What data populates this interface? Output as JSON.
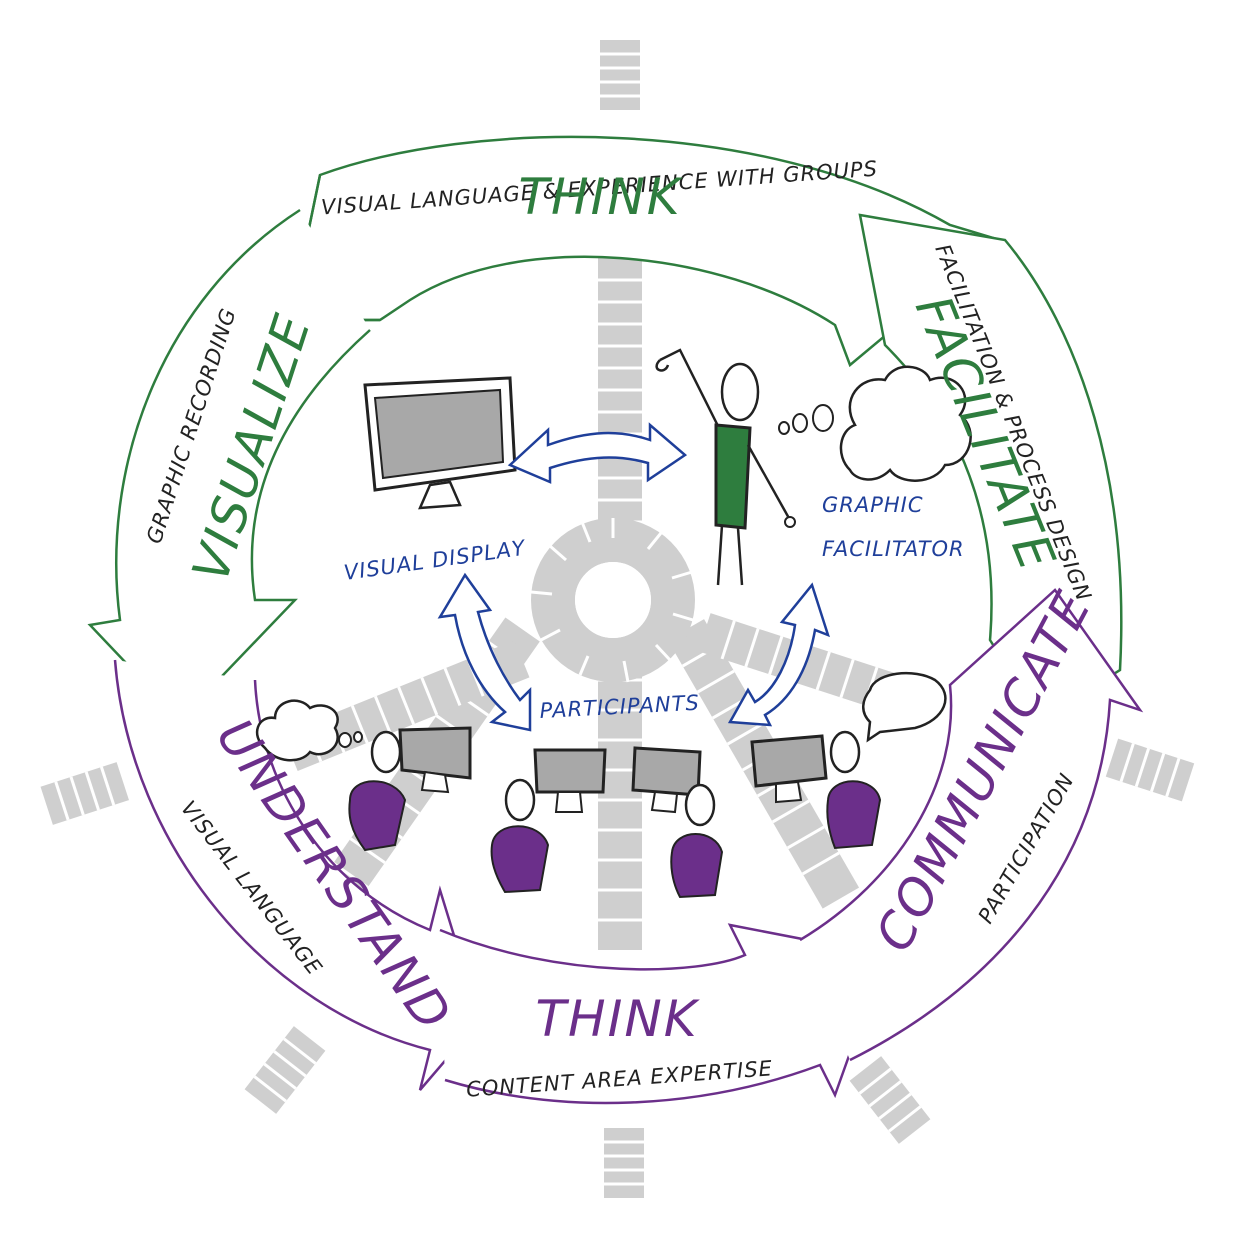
{
  "colors": {
    "green": "#2e7d3e",
    "purple": "#6b2f8a",
    "blue": "#1f3f9a",
    "spoke_gray": "#cfcfcf",
    "screen_gray": "#a8a8a8",
    "ink": "#222222"
  },
  "top_arrow": {
    "title": "THINK",
    "subtitle": "VISUAL LANGUAGE & EXPERIENCE WITH GROUPS"
  },
  "right_arrow": {
    "title": "FACILITATE",
    "subtitle": "FACILITATION & PROCESS DESIGN"
  },
  "left_arrow": {
    "title": "VISUALIZE",
    "subtitle": "GRAPHIC RECORDING"
  },
  "lower_left_arrow": {
    "title": "UNDERSTAND",
    "subtitle": "VISUAL LANGUAGE"
  },
  "bottom_arrow": {
    "title": "THINK",
    "subtitle": "CONTENT AREA EXPERTISE"
  },
  "lower_right_arrow": {
    "title": "COMMUNICATE",
    "subtitle": "PARTICIPATION"
  },
  "center": {
    "visual_display": "VISUAL DISPLAY",
    "graphic": "GRAPHIC",
    "facilitator": "FACILITATOR",
    "participants": "PARTICIPANTS"
  },
  "icons": [
    "monitor-icon",
    "facilitator-figure-icon",
    "thought-cloud-icon",
    "speech-bubble-icon",
    "participant-icon",
    "double-arrow-icon"
  ]
}
